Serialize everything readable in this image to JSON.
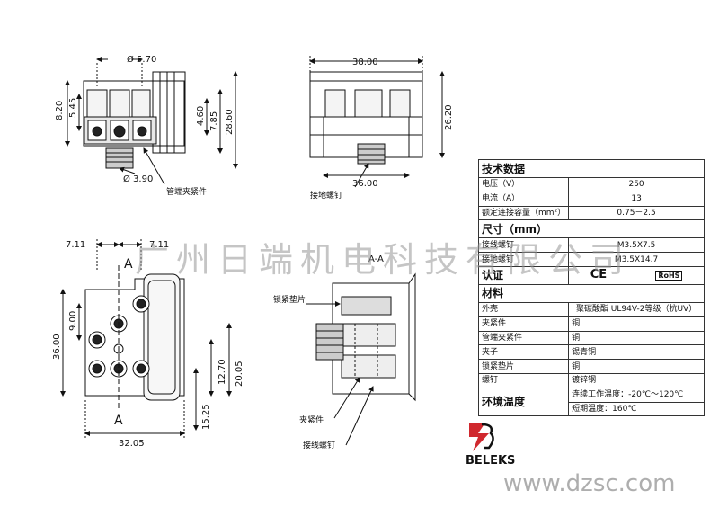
{
  "top_left_view": {
    "dims": {
      "d570": "Ø 5.70",
      "d820": "8.20",
      "d545": "5.45",
      "d460": "4.60",
      "d785": "7.85",
      "d2860": "28.60",
      "d390": "Ø 3.90"
    },
    "label_tube_clamp": "管端夹紧件"
  },
  "top_right_view": {
    "dims": {
      "d3800": "38.00",
      "d2620": "26.20",
      "d3600": "36.00"
    },
    "label_ground_screw": "接地螺钉"
  },
  "bottom_left_view": {
    "dims": {
      "d711a": "7.11",
      "d711b": "7.11",
      "d900": "9.00",
      "d3600": "36.00",
      "d1270": "12.70",
      "d2005": "20.05",
      "d1525": "15.25",
      "d3205": "32.05"
    },
    "section_a_top": "A",
    "section_a_bottom": "A"
  },
  "section_view": {
    "title": "A-A",
    "label_lock_washer": "锁紧垫片",
    "label_clamp": "夹紧件",
    "label_wire_screw": "接线螺钉"
  },
  "spec_table": {
    "h_tech": "技术数据",
    "voltage_k": "电压（V）",
    "voltage_v": "250",
    "current_k": "电流（A）",
    "current_v": "13",
    "capacity_k": "额定连接容量（mm²）",
    "capacity_v": "0.75－2.5",
    "h_size": "尺寸（mm）",
    "wire_screw_k": "接线螺钉",
    "wire_screw_v": "M3.5X7.5",
    "ground_screw_k": "接地螺钉",
    "ground_screw_v": "M3.5X14.7",
    "h_cert": "认证",
    "cert_ce": "CE",
    "cert_rohs": "RoHS",
    "h_material": "材料",
    "shell_k": "外壳",
    "shell_v": "聚碳酸酯 UL94V-2等级（抗UV）",
    "clamp_k": "夹紧件",
    "clamp_v": "铜",
    "tube_clamp_k": "管端夹紧件",
    "tube_clamp_v": "铜",
    "clip_k": "夹子",
    "clip_v": "锡青铜",
    "washer_k": "锁紧垫片",
    "washer_v": "铜",
    "screw_k": "螺钉",
    "screw_v": "镀锌钢",
    "env_k": "环境温度",
    "env_v1": "连续工作温度：-20℃～120℃",
    "env_v2": "短期温度：160℃"
  },
  "brand": "BELEKS",
  "watermark": "广州日端机电科技有限公司",
  "site": "www.dzsc.com"
}
